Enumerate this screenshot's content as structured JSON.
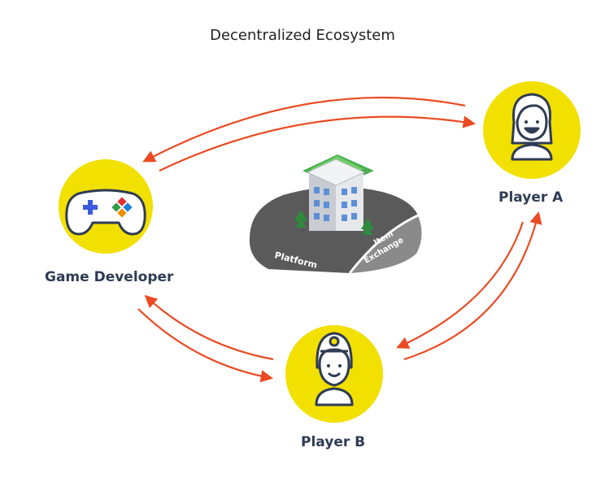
{
  "title": "Decentralized Ecosystem",
  "nodes": {
    "game_developer": {
      "label": "Game Developer",
      "icon": "gamepad-icon"
    },
    "player_a": {
      "label": "Player A",
      "icon": "woman-avatar-icon"
    },
    "player_b": {
      "label": "Player B",
      "icon": "helmet-avatar-icon"
    }
  },
  "center": {
    "platform_label": "Platform",
    "exchange_label": "Item Exchange",
    "exchange_line1": "Item",
    "exchange_line2": "Exchange",
    "icon": "building-icon"
  },
  "colors": {
    "node_fill": "#f2e000",
    "arrow": "#ea4b23",
    "label": "#2f3c54",
    "platform_ground": "#5a5a5a"
  }
}
